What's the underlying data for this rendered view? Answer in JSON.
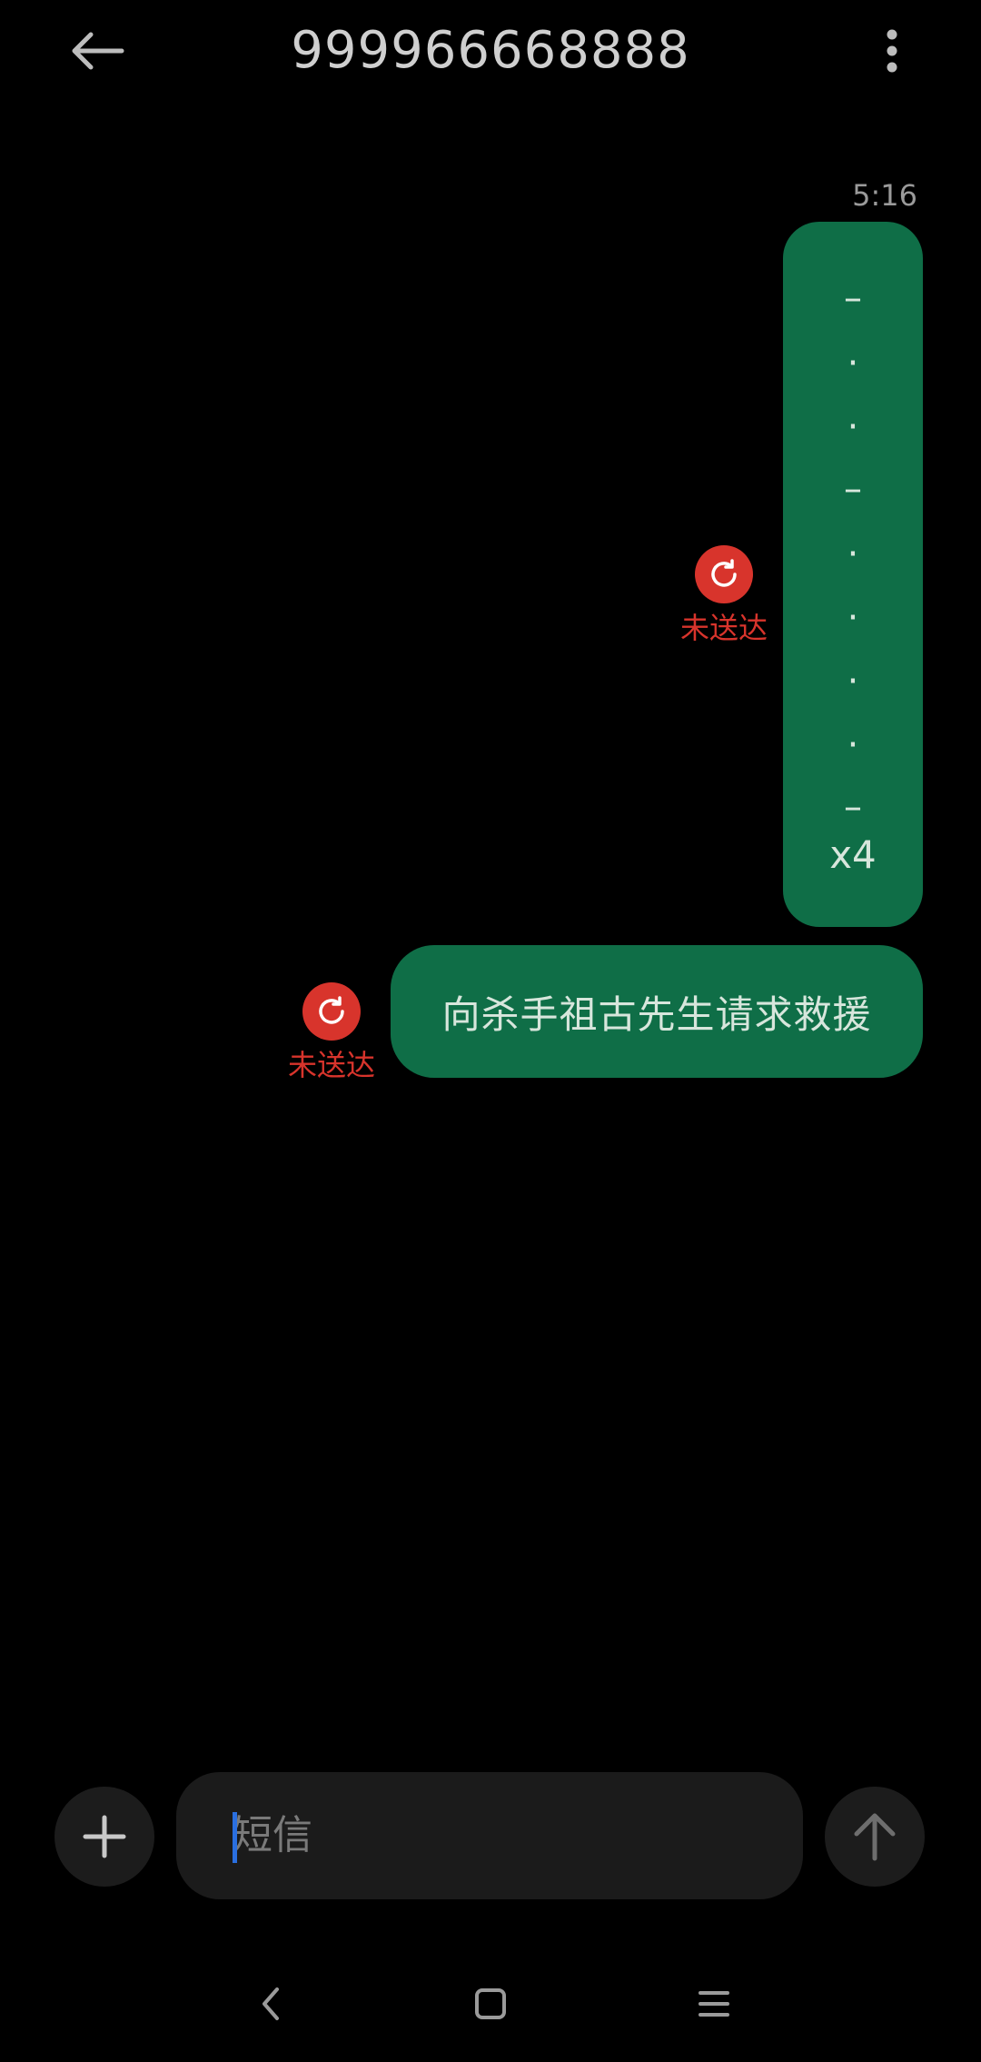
{
  "header": {
    "title": "999966668888",
    "back_icon": "arrow-left-icon",
    "more_icon": "more-vertical-icon"
  },
  "conversation": {
    "timestamp": "5:16",
    "messages": [
      {
        "lines": [
          "–",
          "·",
          "·",
          "–",
          "·",
          "·",
          "·",
          "·",
          "–",
          "x4"
        ],
        "status": "未送达"
      },
      {
        "text": "向杀手祖古先生请求救援",
        "status": "未送达"
      }
    ]
  },
  "composer": {
    "placeholder": "短信",
    "add_icon": "plus-icon",
    "send_icon": "arrow-up-icon"
  },
  "nav": {
    "back_icon": "chevron-left-icon",
    "home_icon": "square-icon",
    "recents_icon": "menu-icon"
  },
  "colors": {
    "background": "#000000",
    "bubble": "#0f6e47",
    "error": "#d8342c",
    "input_bg": "#1b1b1b",
    "caret": "#2a6fe0"
  }
}
